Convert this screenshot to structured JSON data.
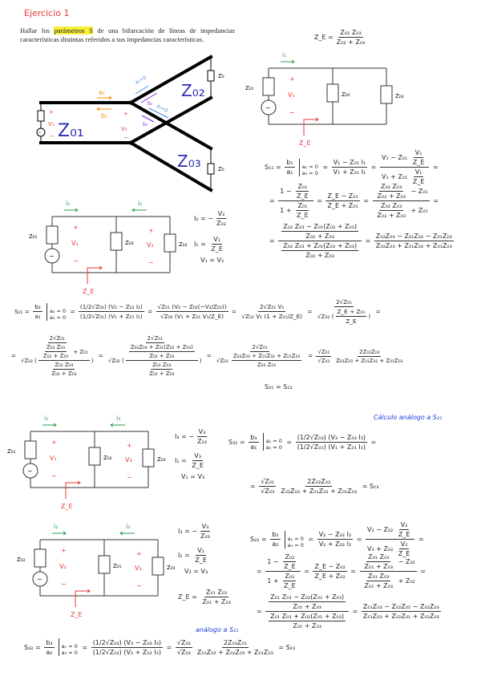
{
  "title": "Ejercicio 1",
  "statement": {
    "before": "Hallar los ",
    "highlight": "parámetros S",
    "after": " de una bifurcación de líneas de impedancias características distintas referidos a sus impedancias características."
  },
  "colors": {
    "red": "#e53935",
    "green": "#2e9d4f",
    "blue": "#1a3fd8",
    "orange": "#f39200",
    "purple": "#8a2be2",
    "lightblue": "#3b8ee8"
  },
  "diagram": {
    "z01": "Z₀₁",
    "z02": "Z₀₂",
    "z03": "Z₀₃",
    "load2": "Z₀₂",
    "load3": "Z₀₃",
    "a1": "a₁",
    "b1": "b₁",
    "a2": "a₂=0",
    "b2": "b₂",
    "a3": "a₃=0",
    "b3": "b₃",
    "v1": "V₁",
    "v2": "V₂",
    "plus": "+",
    "minus": "−"
  },
  "ze_top": {
    "lhs": "Z_E =",
    "num": "Z₀₂ Z₀₃",
    "den": "Z₀₂ + Z₀₃"
  },
  "circuits": [
    {
      "i_left": "i₁",
      "left_r": "Z₀₁",
      "mid_r": "Z₀₂",
      "right_r": "Z₀₃",
      "v_left": "V₁",
      "ze": "Z_E",
      "plus": "+",
      "minus": "−"
    },
    {
      "i_left": "i₁",
      "i_right": "i₂",
      "left_r": "Z₀₁",
      "mid_r": "Z₀₃",
      "right_r": "Z₀₂",
      "v_left": "V₁",
      "v_right": "V₂",
      "ze": "Z_E",
      "plus": "+",
      "minus": "−"
    },
    {
      "i_left": "i₁",
      "i_right": "i₃",
      "left_r": "Z₀₁",
      "mid_r": "Z₀₂",
      "right_r": "Z₀₃",
      "v_left": "V₁",
      "v_right": "V₃",
      "ze": "Z_E",
      "plus": "+",
      "minus": "−"
    },
    {
      "i_left": "i₂",
      "i_right": "i₃",
      "left_r": "Z₀₂",
      "mid_r": "Z₀₁",
      "right_r": "Z₀₃",
      "v_left": "V₂",
      "v_right": "V₃",
      "ze": "Z_E",
      "plus": "+",
      "minus": "−"
    }
  ],
  "side_eqs": {
    "c2": [
      [
        "I₂ = −",
        {
          "f": [
            "V₂",
            "Z₀₂"
          ]
        }
      ],
      [
        "I₁ = ",
        {
          "f": [
            "V₁",
            "Z_E"
          ]
        }
      ],
      [
        "V₁ = V₂"
      ]
    ],
    "c3": [
      [
        "I₃ = −",
        {
          "f": [
            "V₃",
            "Z₀₃"
          ]
        }
      ],
      [
        "I₁ = ",
        {
          "f": [
            "V₃",
            "Z_E"
          ]
        }
      ],
      [
        "V₁ = V₃"
      ]
    ],
    "c4": [
      [
        "I₃ = −",
        {
          "f": [
            "V₃",
            "Z₀₃"
          ]
        }
      ],
      [
        "I₂ = ",
        {
          "f": [
            "V₂",
            "Z_E"
          ]
        }
      ],
      [
        "V₂ = V₃"
      ],
      [
        "Z_E = ",
        {
          "f": [
            "Z₀₁ Z₀₃",
            "Z₀₁ + Z₀₃"
          ]
        }
      ]
    ]
  },
  "equations": {
    "s11_1": [
      "S₁₁ = ",
      {
        "f": [
          "b₁",
          "a₁"
        ]
      },
      {
        "cond": [
          "a₂ = 0",
          "a₃ = 0"
        ]
      },
      " = ",
      {
        "f": [
          "V₁ − Z₀₁ I₁",
          "V₁ + Z₀₁ I₁"
        ]
      },
      " = ",
      {
        "f": [
          [
            "V₁ − Z₀₁ ",
            {
              "f": [
                "V₁",
                "Z_E"
              ]
            }
          ],
          [
            "V₁ + Z₀₁ ",
            {
              "f": [
                "V₁",
                "Z_E"
              ]
            }
          ]
        ]
      },
      " ="
    ],
    "s11_2": [
      "= ",
      {
        "f": [
          [
            "1 − ",
            {
              "f": [
                "Z₀₁",
                "Z_E"
              ]
            }
          ],
          [
            "1 + ",
            {
              "f": [
                "Z₀₁",
                "Z_E"
              ]
            }
          ]
        ]
      },
      " = ",
      {
        "f": [
          "Z_E − Z₀₁",
          "Z_E + Z₀₁"
        ]
      },
      " = ",
      {
        "f": [
          [
            {
              "f": [
                "Z₀₂ Z₀₃",
                "Z₀₂ + Z₀₃"
              ]
            },
            " − Z₀₁"
          ],
          [
            {
              "f": [
                "Z₀₂ Z₀₃",
                "Z₀₂ + Z₀₃"
              ]
            },
            " + Z₀₁"
          ]
        ]
      },
      " ="
    ],
    "s11_3": [
      "= ",
      {
        "f": [
          {
            "f": [
              "Z₀₂ Z₀₃ − Z₀₁(Z₀₂ + Z₀₃)",
              "Z₀₂ + Z₀₃"
            ]
          },
          {
            "f": [
              "Z₀₂ Z₀₃ + Z₀₁(Z₀₂ + Z₀₃)",
              "Z₀₂ + Z₀₃"
            ]
          }
        ]
      },
      " = ",
      {
        "f": [
          "Z₀₂Z₀₃ − Z₀₁Z₀₂ − Z₀₁Z₀₃",
          "Z₀₂Z₀₃ + Z₀₁Z₀₂ + Z₀₁Z₀₃"
        ]
      }
    ],
    "s21_1": [
      "S₂₁ = ",
      {
        "f": [
          "b₂",
          "a₁"
        ]
      },
      {
        "cond": [
          "a₂ = 0",
          "a₃ = 0"
        ]
      },
      " = ",
      {
        "f": [
          "(1/2√Z₀₂) (V₂ − Z₀₂ I₂)",
          "(1/2√Z₀₁) (V₁ + Z₀₁ I₁)"
        ]
      },
      " = ",
      {
        "f": [
          "√Z₀₁ (V₂ − Z₀₂(−V₂/Z₀₂))",
          "√Z₀₂ (V₁ + Z₀₁ V₁/Z_E)"
        ]
      },
      " = ",
      {
        "f": [
          "2√Z₀₁ V₁",
          "√Z₀₂ V₁ (1 + Z₀₁/Z_E)"
        ]
      },
      " = ",
      {
        "f": [
          "2√Z₀₁",
          [
            "√Z₀₂ (",
            {
              "f": [
                "Z_E + Z₀₁",
                "Z_E"
              ]
            },
            ")"
          ]
        ]
      },
      " ="
    ],
    "s21_2": [
      "= ",
      {
        "f": [
          "2√Z₀₁",
          [
            "√Z₀₂ (",
            {
              "f": [
                [
                  {
                    "f": [
                      "Z₀₂ Z₀₃",
                      "Z₀₂ + Z₀₃"
                    ]
                  },
                  " + Z₀₁"
                ],
                {
                  "f": [
                    "Z₀₂ Z₀₃",
                    "Z₀₂ + Z₀₃"
                  ]
                }
              ]
            },
            ")"
          ]
        ]
      },
      " = ",
      {
        "f": [
          "2√Z₀₁",
          [
            "√Z₀₂ (",
            {
              "f": [
                {
                  "f": [
                    "Z₀₂Z₀₃ + Z₀₁(Z₀₂ + Z₀₃)",
                    "Z₀₂ + Z₀₃"
                  ]
                },
                {
                  "f": [
                    "Z₀₂ Z₀₃",
                    "Z₀₂ + Z₀₃"
                  ]
                }
              ]
            },
            ")"
          ]
        ]
      },
      " = ",
      {
        "f": [
          "2√Z₀₁",
          [
            "√Z₀₂ ",
            {
              "f": [
                "Z₀₂Z₀₃ + Z₀₁Z₀₂ + Z₀₁Z₀₃",
                "Z₀₂ Z₀₃"
              ]
            }
          ]
        ]
      },
      " = ",
      {
        "f": [
          "√Z₀₁",
          "√Z₀₂"
        ]
      },
      {
        "f": [
          "2Z₀₂Z₀₃",
          "Z₀₂Z₀₃ + Z₀₁Z₀₂ + Z₀₁Z₀₃"
        ]
      }
    ],
    "s21_eq": [
      "S₂₁ = S₁₂"
    ],
    "s31_1": [
      "S₃₁ = ",
      {
        "f": [
          "b₃",
          "a₁"
        ]
      },
      {
        "cond": [
          "a₂ = 0",
          "a₃ = 0"
        ]
      },
      " = ",
      {
        "f": [
          "(1/2√Z₀₃) (V₃ − Z₀₃ I₃)",
          "(1/2√Z₀₁) (V₁ + Z₀₁ I₁)"
        ]
      },
      " ="
    ],
    "s31_2": [
      "= ",
      {
        "f": [
          "√Z₀₁",
          "√Z₀₃"
        ]
      },
      {
        "f": [
          "2Z₀₂Z₀₃",
          "Z₀₂Z₀₃ + Z₀₁Z₀₂ + Z₀₁Z₀₃"
        ]
      },
      " = S₁₃"
    ],
    "s22_1": [
      "S₂₂ = ",
      {
        "f": [
          "b₂",
          "a₂"
        ]
      },
      {
        "cond": [
          "a₁ = 0",
          "a₃ = 0"
        ]
      },
      " = ",
      {
        "f": [
          "V₂ − Z₀₂ I₂",
          "V₂ + Z₀₂ I₂"
        ]
      },
      " = ",
      {
        "f": [
          [
            "V₂ − Z₀₂ ",
            {
              "f": [
                "V₂",
                "Z_E"
              ]
            }
          ],
          [
            "V₂ + Z₀₂ ",
            {
              "f": [
                "V₂",
                "Z_E"
              ]
            }
          ]
        ]
      },
      " ="
    ],
    "s22_2": [
      "= ",
      {
        "f": [
          [
            "1 − ",
            {
              "f": [
                "Z₀₂",
                "Z_E"
              ]
            }
          ],
          [
            "1 + ",
            {
              "f": [
                "Z₀₂",
                "Z_E"
              ]
            }
          ]
        ]
      },
      " = ",
      {
        "f": [
          "Z_E − Z₀₂",
          "Z_E + Z₀₂"
        ]
      },
      " = ",
      {
        "f": [
          [
            {
              "f": [
                "Z₀₁ Z₀₃",
                "Z₀₁ + Z₀₃"
              ]
            },
            " − Z₀₂"
          ],
          [
            {
              "f": [
                "Z₀₁ Z₀₃",
                "Z₀₁ + Z₀₃"
              ]
            },
            " + Z₀₂"
          ]
        ]
      },
      " ="
    ],
    "s22_3": [
      "= ",
      {
        "f": [
          {
            "f": [
              "Z₀₁ Z₀₃ − Z₀₂(Z₀₁ + Z₀₃)",
              "Z₀₁ + Z₀₃"
            ]
          },
          {
            "f": [
              "Z₀₁ Z₀₃ + Z₀₂(Z₀₁ + Z₀₃)",
              "Z₀₁ + Z₀₃"
            ]
          }
        ]
      },
      " = ",
      {
        "f": [
          "Z₀₁Z₀₃ − Z₀₂Z₀₁ − Z₀₂Z₀₃",
          "Z₀₁Z₀₃ + Z₀₂Z₀₁ + Z₀₂Z₀₃"
        ]
      }
    ],
    "s32_1": [
      "S₃₂ = ",
      {
        "f": [
          "b₃",
          "a₂"
        ]
      },
      {
        "cond": [
          "a₁ = 0",
          "a₃ = 0"
        ]
      },
      " = ",
      {
        "f": [
          "(1/2√Z₀₃) (V₃ − Z₀₃ I₃)",
          "(1/2√Z₀₂) (V₂ + Z₀₂ I₂)"
        ]
      },
      " = ",
      {
        "f": [
          "√Z₀₂",
          "√Z₀₃"
        ]
      },
      {
        "f": [
          "2Z₀₃Z₀₁",
          "Z₀₁Z₀₂ + Z₀₂Z₀₃ + Z₀₁Z₀₃"
        ]
      },
      " = S₂₃"
    ]
  },
  "notes": {
    "s31": "Cálculo análogo a S₂₁",
    "s32": "análogo a S₂₁"
  }
}
